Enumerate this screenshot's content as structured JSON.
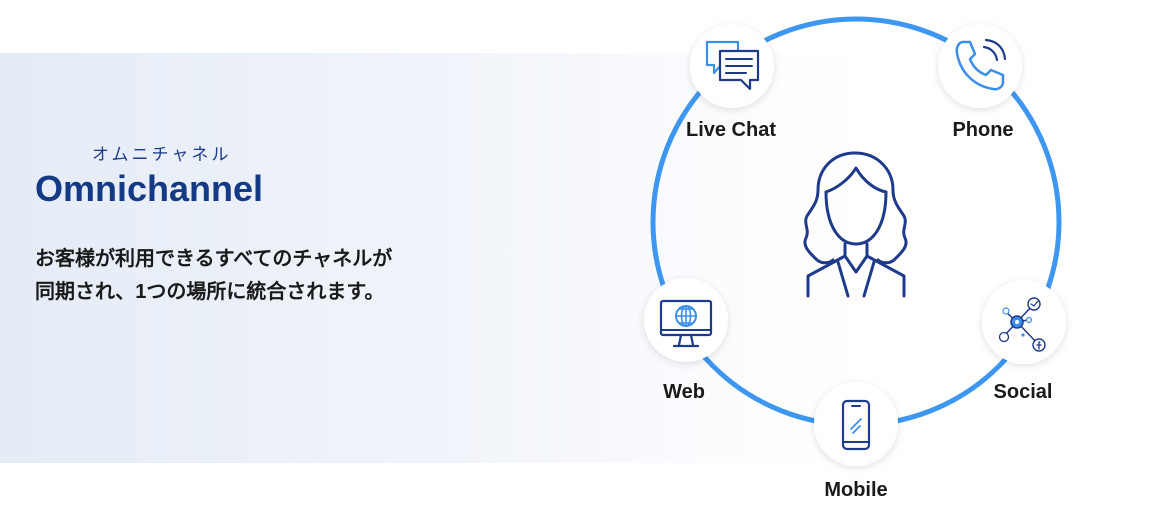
{
  "section": {
    "kicker": "オムニチャネル",
    "title": "Omnichannel",
    "description_line1": "お客様が利用できるすべてのチャネルが",
    "description_line2": "同期され、1つの場所に統合されます。"
  },
  "channels": {
    "live_chat": "Live Chat",
    "phone": "Phone",
    "web": "Web",
    "mobile": "Mobile",
    "social": "Social"
  },
  "colors": {
    "ring": "#3d97f0",
    "icon_blue": "#1e3a8a",
    "icon_light": "#3b8fe8"
  }
}
